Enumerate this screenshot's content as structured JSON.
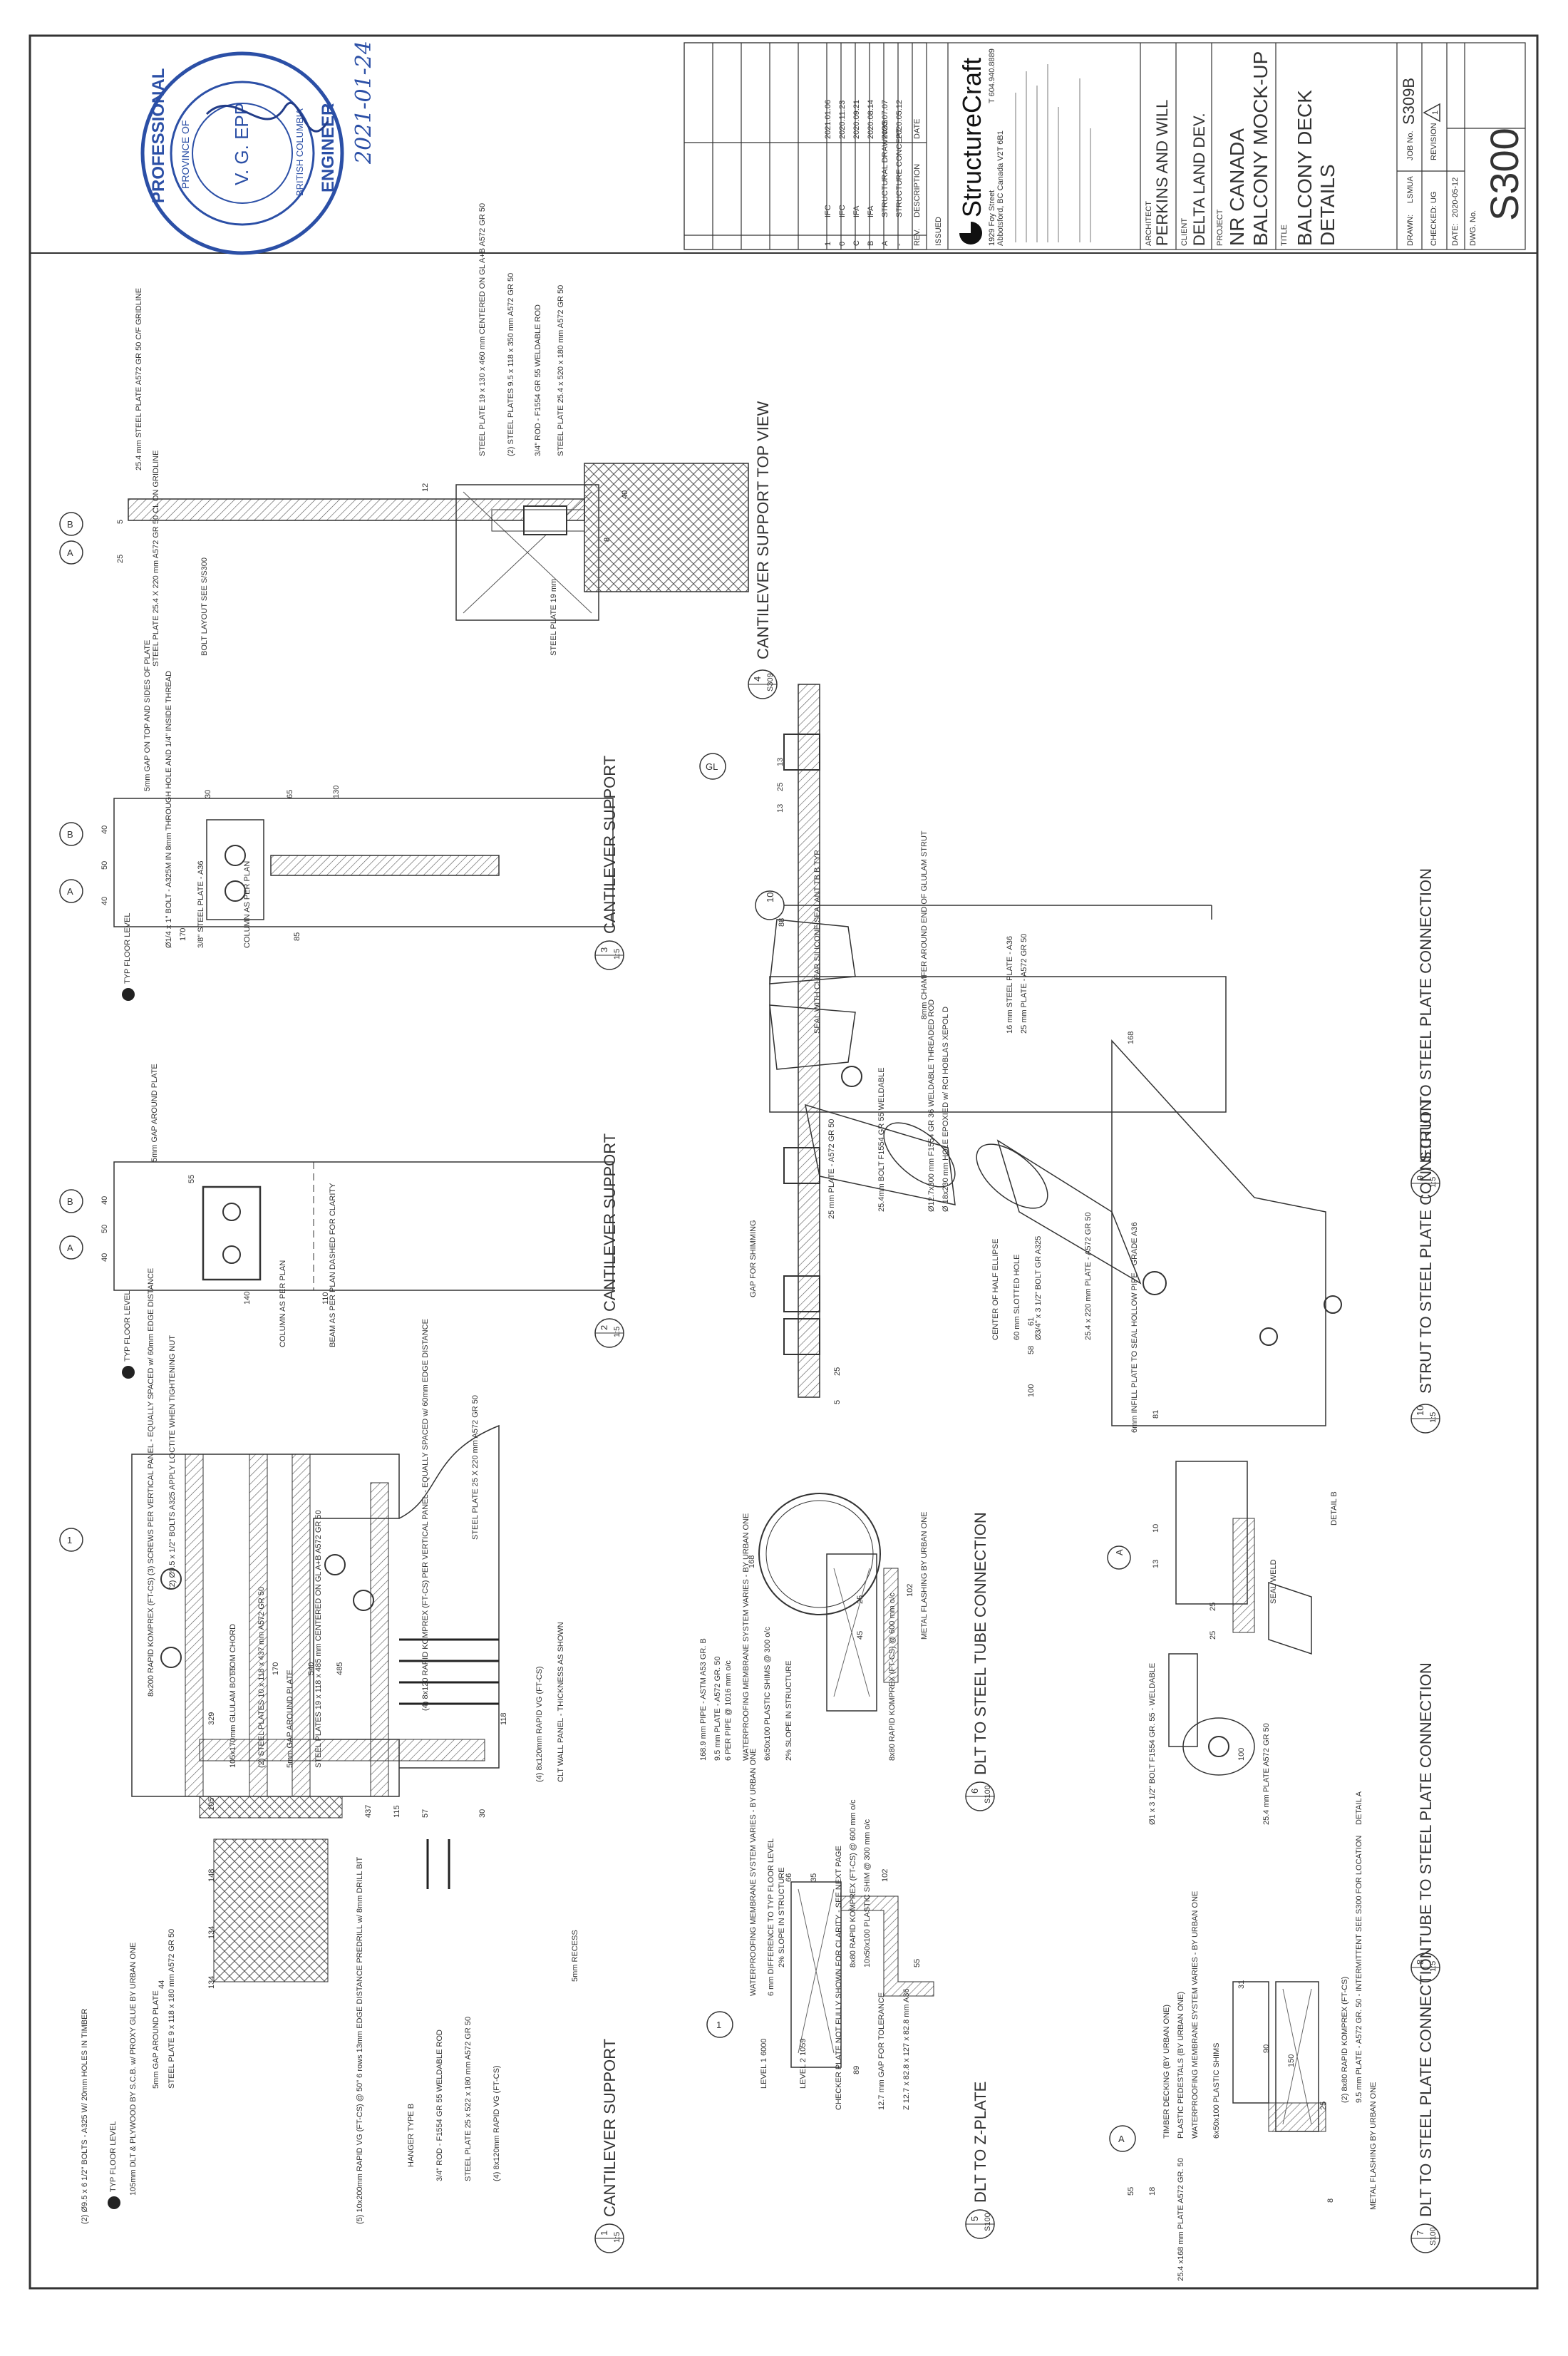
{
  "title_block": {
    "company": "StructureCraft",
    "company_address_1": "1929 Foy Street",
    "company_address_2": "Abbotsford, BC Canada V2T 6B1",
    "company_phone": "T 604.940.8889",
    "architect_label": "ARCHITECT",
    "architect": "PERKINS AND WILL",
    "client_label": "CLIENT",
    "client": "DELTA LAND DEV.",
    "project_label": "PROJECT",
    "project_line1": "NR CANADA",
    "project_line2": "BALCONY MOCK-UP",
    "title_label": "TITLE",
    "title_line1": "BALCONY DECK",
    "title_line2": "DETAILS",
    "drawn_label": "DRAWN:",
    "drawn": "LSMUA",
    "checked_label": "CHECKED:",
    "checked": "UG",
    "date_label": "DATE:",
    "date": "2020-05-12",
    "dwg_label": "DWG. No.",
    "job_label": "JOB No.",
    "job_no": "S309B",
    "revision_label": "REVISION",
    "revision_symbol": "1",
    "sheet_no": "S300",
    "issued_label": "ISSUED"
  },
  "revisions": {
    "header": [
      "REV.",
      "DESCRIPTION",
      "DATE"
    ],
    "rows": [
      [
        "1",
        "IFC",
        "2021.01.06"
      ],
      [
        "0",
        "IFC",
        "2020.11.23"
      ],
      [
        "C",
        "IFA",
        "2020.09.21"
      ],
      [
        "B",
        "IFA",
        "2020.08.14"
      ],
      [
        "A",
        "STRUCTURAL DRAWINGS",
        "2020.07.07"
      ],
      [
        "-",
        "STRUCTURE CONCEPT",
        "2020.05.12"
      ]
    ]
  },
  "seal": {
    "ring_top": "PROFESSIONAL",
    "ring_bottom": "ENGINEER",
    "province": "PROVINCE OF",
    "name": "V. G. EPP",
    "region": "BRITISH COLUMBIA",
    "signed_date": "2021-01-24"
  },
  "details": [
    {
      "num": "1",
      "sheet": "S300",
      "title": "CANTILEVER SUPPORT",
      "scale": "1:5"
    },
    {
      "num": "2",
      "sheet": "S300",
      "title": "CANTILEVER SUPPORT",
      "scale": "1:5"
    },
    {
      "num": "3",
      "sheet": "S300",
      "title": "CANTILEVER SUPPORT",
      "scale": "1:5"
    },
    {
      "num": "4",
      "sheet": "S309",
      "title": "CANTILEVER SUPPORT TOP VIEW",
      "scale": "1:5"
    },
    {
      "num": "5",
      "sheet": "S100",
      "title": "DLT TO Z-PLATE",
      "scale": "1:5"
    },
    {
      "num": "6",
      "sheet": "S100",
      "title": "DLT TO STEEL TUBE CONNECTION",
      "scale": "1:5"
    },
    {
      "num": "7",
      "sheet": "S100",
      "title": "DLT TO STEEL PLATE CONNECTION",
      "scale": "1:5"
    },
    {
      "num": "8",
      "sheet": "S300",
      "title": "TUBE TO STEEL PLATE CONNECTION",
      "scale": "1:5"
    },
    {
      "num": "9",
      "sheet": "S300",
      "title": "STRUT TO STEEL PLATE CONNECTION",
      "scale": "1:5"
    },
    {
      "num": "10",
      "sheet": "S300",
      "title": "STRUT TO STEEL PLATE CONNECTION",
      "scale": "1:5"
    }
  ],
  "grid_bubbles": [
    "A",
    "B",
    "A",
    "B",
    "A",
    "B",
    "1",
    "1",
    "A",
    "GL"
  ],
  "notes": {
    "d1": [
      "(2) Ø9.5 x 6 1/2\" BOLTS - A325 W/ 20mm HOLES IN TIMBER",
      "TYP FLOOR LEVEL",
      "105mm DLT & PLYWOOD BY S.C.B. w/ PROXY GLUE BY URBAN ONE",
      "5mm GAP AROUND PLATE",
      "STEEL PLATE 9 x 118 x 180 mm A572 GR 50",
      "(5) 10x200mm RAPID VG (FT-CS) @ 50\" 6 rows 13mm EDGE DISTANCE PREDRILL w/ 8mm DRILL BIT",
      "HANGER TYPE B",
      "3/4\" ROD - F1554 GR 55 WELDABLE ROD",
      "STEEL PLATE 25 x 522 x 180 mm A572 GR 50",
      "(4) 8x120mm RAPID VG (FT-CS)",
      "5mm RECESS",
      "CLT WALL PANEL - THICKNESS AS SHOWN",
      "(4) 8x120mm RAPID VG (FT-CS)",
      "(4) 8x120 RAPID KOMPREX (FT-CS) PER VERTICAL PANEL - EQUALLY SPACED w/ 60mm EDGE DISTANCE",
      "STEEL PLATES 19 x 118 x 485 mm CENTERED ON GL A+B A572 GR 50",
      "5mm GAP AROUND PLATE",
      "(2) STEEL PLATES 10 x 118 x 437 mm A572 GR 50",
      "105x170mm GLULAM BOTTOM CHORD",
      "8x200 RAPID KOMPREX (FT-CS) (3) SCREWS PER VERTICAL PANEL - EQUALLY SPACED w/ 60mm EDGE DISTANCE",
      "(2) Ø9.5 x 1/2\" BOLTS A325 APPLY LOCTITE WHEN TIGHTENING NUT",
      "STEEL PLATE 25 X 220 mm A572 GR 50"
    ],
    "d2": [
      "TYP FLOOR LEVEL",
      "COLUMN AS PER PLAN",
      "BEAM AS PER PLAN DASHED FOR CLARITY",
      "5mm GAP AROUND PLATE"
    ],
    "d3": [
      "TYP FLOOR LEVEL",
      "Ø1/4 x 1\" BOLT - A325M IN 8mm THROUGH HOLE AND 1/4\" INSIDE THREAD",
      "3/8\" STEEL PLATE - A36",
      "COLUMN AS PER PLAN",
      "5mm GAP ON TOP AND SIDES OF PLATE",
      "A"
    ],
    "d4": [
      "25.4 mm STEEL PLATE A572 GR 50 C/F GRIDLINE",
      "STEEL PLATE 25.4 X 220 mm A572 GR 50 CL ON GRIDLINE",
      "BOLT LAYOUT SEE S/S300",
      "STEEL PLATE 19 x 130 x 460 mm CENTERED ON GL A+B A572 GR 50",
      "(2) STEEL PLATES 9.5 x 118 x 350 mm A572 GR 50",
      "3/4\" ROD - F1554 GR 55 WELDABLE ROD",
      "STEEL PLATE 25.4 x 520 x 180 mm A572 GR 50",
      "STEEL PLATE 19 mm"
    ],
    "d5": [
      "WATERPROOFING MEMBRANE SYSTEM VARIES - BY URBAN ONE",
      "6 mm DIFFERENCE TO TYP FLOOR LEVEL",
      "2% SLOPE IN STRUCTURE",
      "LEVEL 2 1059",
      "LEVEL 1 6000",
      "CHECKER PLATE NOT FULLY SHOWN FOR CLARITY - SEE NEXT PAGE",
      "12.7 mm GAP FOR TOLERANCE",
      "Z 12.7 x 82.8 x 127 x 82.8 mm A36",
      "10x50x100 PLASTIC SHIM @ 300 mm o/c",
      "8x80 RAPID KOMPREX (FT-CS) @ 600 mm o/c"
    ],
    "d6": [
      "168.9 mm PIPE - ASTM A53 GR. B",
      "9.5 mm PLATE - A572 GR. 50",
      "6 PER PIPE @ 1016 mm o/c",
      "WATERPROOFING MEMBRANE SYSTEM VARIES - BY URBAN ONE",
      "6x50x100 PLASTIC SHIMS @ 300 o/c",
      "2% SLOPE IN STRUCTURE",
      "8x80 RAPID KOMPREX (FT-CS) @ 600 mm o/c",
      "METAL FLASHING BY URBAN ONE"
    ],
    "d7": [
      "TIMBER DECKING (BY URBAN ONE)",
      "PLASTIC PEDESTALS (BY URBAN ONE)",
      "WATERPROOFING MEMBRANE SYSTEM VARIES - BY URBAN ONE",
      "6x50x100 PLASTIC SHIMS",
      "(2) 8x80 RAPID KOMPREX (FT-CS)",
      "9.5 mm PLATE - A572 GR. 50 - INTERMITTENT SEE S300 FOR LOCATION",
      "25.4 x168 mm PLATE A572 GR. 50",
      "METAL FLASHING BY URBAN ONE"
    ],
    "d8": [
      "DETAIL A",
      "DETAIL B",
      "Ø1 x 3 1/2\" BOLT F1554 GR. 55 - WELDABLE",
      "25.4 mm PLATE A572 GR 50",
      "6mm INFILL PLATE TO SEAL HOLLOW PIPE - GRADE A36",
      "SEAL WELD"
    ],
    "d9": [
      "25 mm PLATE - A572 GR 50",
      "25.4mm BOLT F1554 GR 55 WELDABLE",
      "Ø12.7x300 mm F1554 GR 36 WELDABLE THREADED ROD",
      "Ø 18x230 mm HOLE EPOXIED w/ RCI HOBLAS XEPOL D",
      "SEAL WITH CLEAR SILICONE SEALANT TB B TYP",
      "8mm CHAMFER AROUND END OF GLULAM STRUT",
      "16 mm STEEL PLATE - A36",
      "25 mm PLATE - A572 GR 50",
      "CENTER OF HALF ELLIPSE",
      "60 mm SLOTTED HOLE",
      "Ø3/4\" x 3 1/2\" BOLT GR A325",
      "25.4 x 220 mm PLATE - A572 GR 50"
    ],
    "d10": [
      "GAP FOR SHIMMING",
      "GL"
    ]
  },
  "dims": {
    "d1_top": [
      "134",
      "134",
      "148",
      "105",
      "329"
    ],
    "d1_side": [
      "55",
      "170",
      "540",
      "485",
      "437",
      "115",
      "57",
      "30",
      "118",
      "44"
    ],
    "d2": [
      "40",
      "50",
      "40",
      "55",
      "140",
      "110"
    ],
    "d3": [
      "40",
      "50",
      "40",
      "170",
      "30",
      "65",
      "130",
      "85"
    ],
    "d4": [
      "25",
      "5",
      "12",
      "40",
      "8"
    ],
    "d5": [
      "66",
      "35",
      "102",
      "55",
      "89"
    ],
    "d6": [
      "168",
      "25",
      "45",
      "102"
    ],
    "d7": [
      "55",
      "18",
      "8",
      "31",
      "150",
      "90",
      "25"
    ],
    "d8": [
      "10",
      "13",
      "25",
      "25",
      "100"
    ],
    "d9": [
      "88",
      "168",
      "61",
      "58",
      "100",
      "81"
    ],
    "d10": [
      "5",
      "25",
      "13",
      "25",
      "13"
    ]
  }
}
